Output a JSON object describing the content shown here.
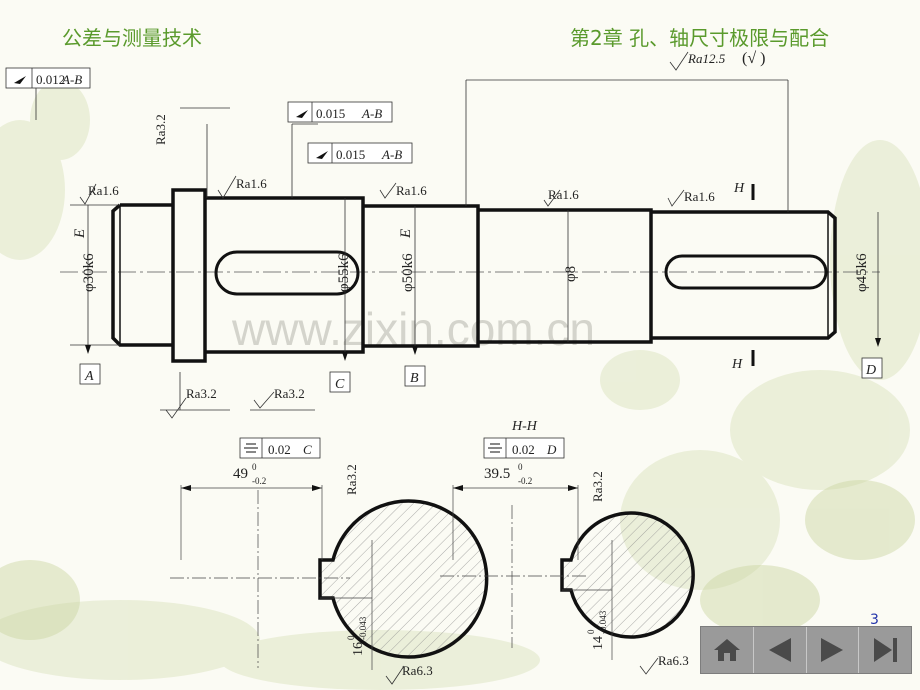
{
  "header": {
    "course_title": "公差与测量技术",
    "chapter_title": "第2章  孔、轴尺寸极限与配合"
  },
  "roughness_general": {
    "value": "Ra12.5",
    "symbol": "(√ )"
  },
  "tolerances": {
    "runout_a": {
      "value": "0.012",
      "datum": "A-B"
    },
    "runout_b": {
      "value": "0.015",
      "datum": "A-B"
    },
    "runout_c": {
      "value": "0.015",
      "datum": "A-B"
    },
    "sym_c": {
      "value": "0.02",
      "datum": "C"
    },
    "sym_d": {
      "value": "0.02",
      "datum": "D"
    }
  },
  "roughness": {
    "r1": "Ra1.6",
    "r2": "Ra1.6",
    "r3": "Ra1.6",
    "r4": "Ra1.6",
    "r5": "Ra1.6",
    "r32a": "Ra3.2",
    "r32b": "Ra3.2",
    "r32c": "Ra3.2",
    "r32d": "Ra3.2",
    "r32e": "Ra3.2",
    "r63a": "Ra6.3",
    "r63b": "Ra6.3"
  },
  "diameters": {
    "d1": "φ30k6",
    "d2": "φ55k6",
    "d3": "φ50k6",
    "d4": "φ8",
    "d5": "φ45k6"
  },
  "envelope": "E",
  "datums": {
    "a": "A",
    "b": "B",
    "c": "C",
    "d": "D"
  },
  "section": {
    "label_h": "H",
    "title": "H-H",
    "left_dim": {
      "base": "49",
      "upper": "0",
      "lower": "-0.2"
    },
    "right_dim": {
      "base": "39.5",
      "upper": "0",
      "lower": "-0.2"
    },
    "left_key": {
      "base": "16",
      "upper": "0",
      "lower": "-0.043"
    },
    "right_key": {
      "base": "14",
      "upper": "0",
      "lower": "-0.043"
    }
  },
  "watermark": "www.zixin.com.cn",
  "page_number": "3",
  "nav": {
    "buttons": [
      "home-icon",
      "prev-icon",
      "next-icon",
      "last-icon"
    ]
  },
  "colors": {
    "header": "#5a9a2c",
    "drawing": "#111111",
    "nav": "#9a9a9a"
  }
}
